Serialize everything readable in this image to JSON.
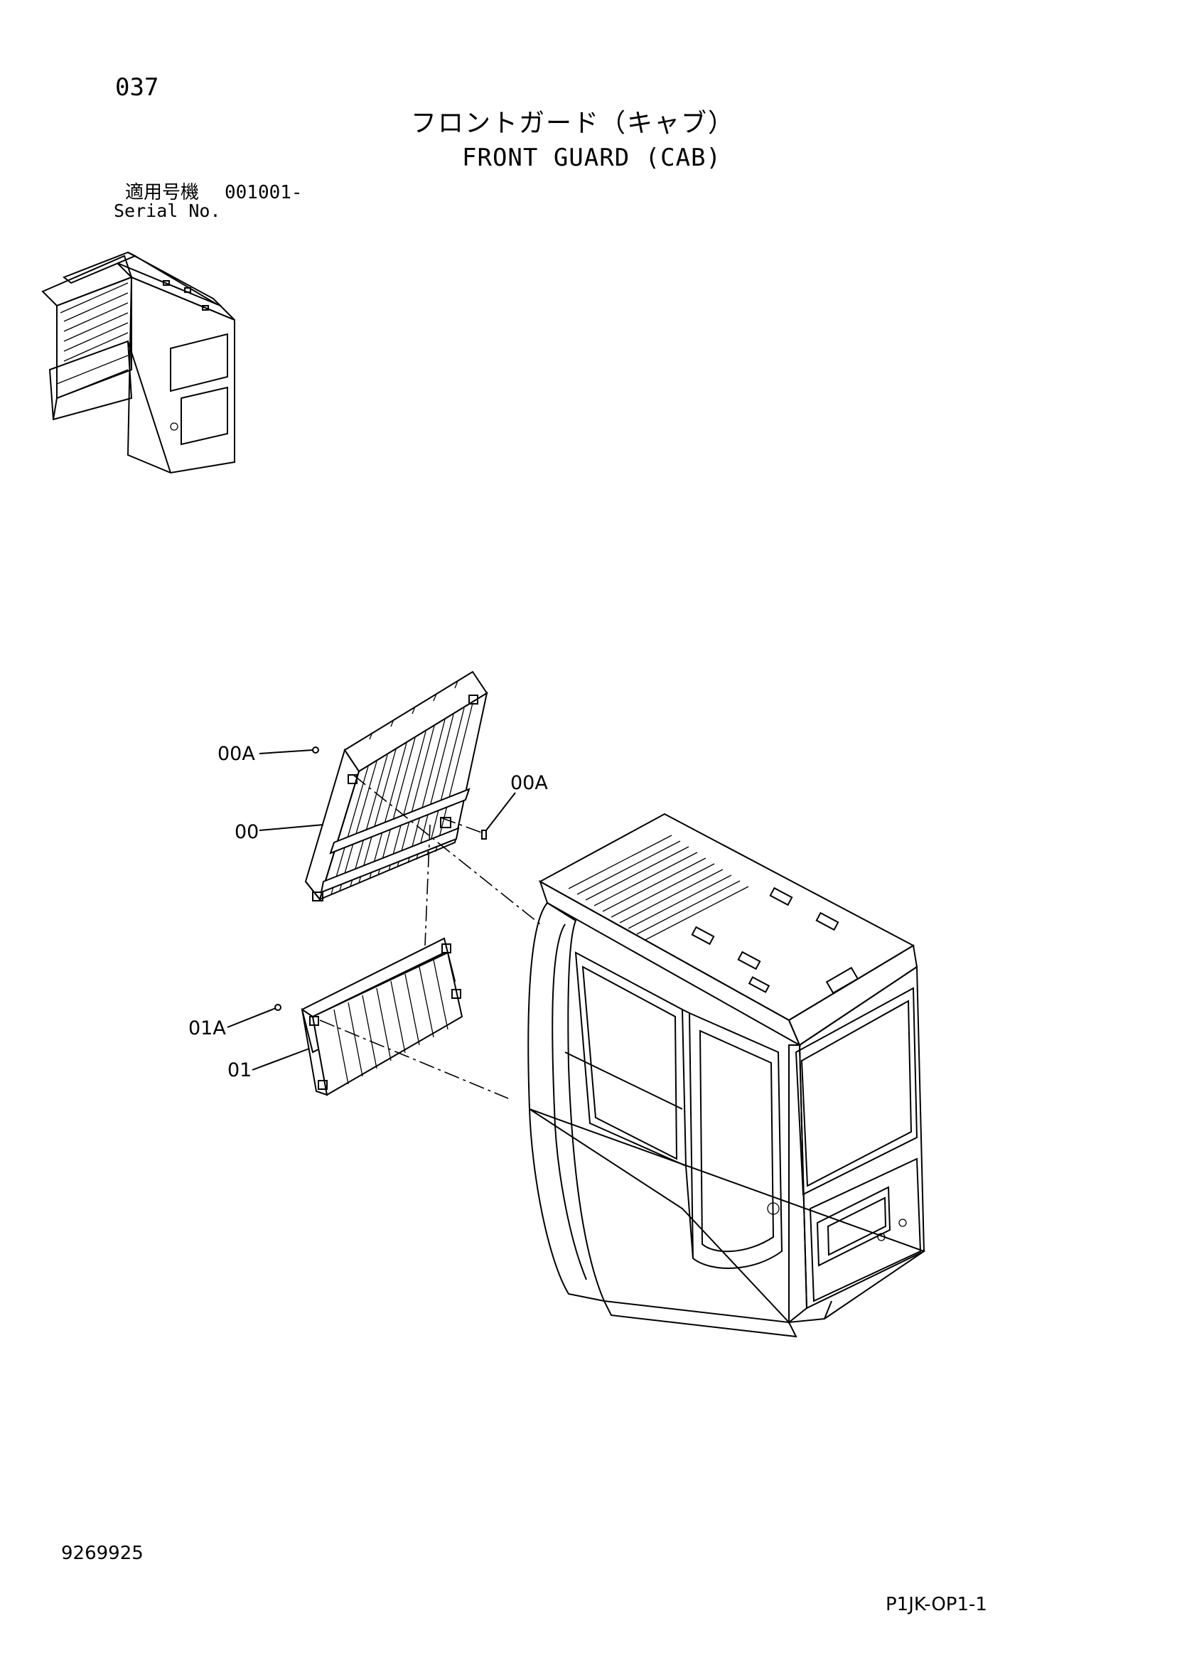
{
  "header": {
    "page_number": "037",
    "title_jp": "フロントガード（キャブ）",
    "title_en": "FRONT GUARD (CAB)"
  },
  "serial": {
    "label_jp": "適用号機",
    "value": "001001-",
    "label_en": "Serial No."
  },
  "callouts": [
    {
      "id": "c1",
      "label": "00A"
    },
    {
      "id": "c2",
      "label": "00A"
    },
    {
      "id": "c3",
      "label": "00"
    },
    {
      "id": "c4",
      "label": "01A"
    },
    {
      "id": "c5",
      "label": "01"
    }
  ],
  "footer": {
    "doc_id": "9269925",
    "page_code": "P1JK-OP1-1"
  }
}
